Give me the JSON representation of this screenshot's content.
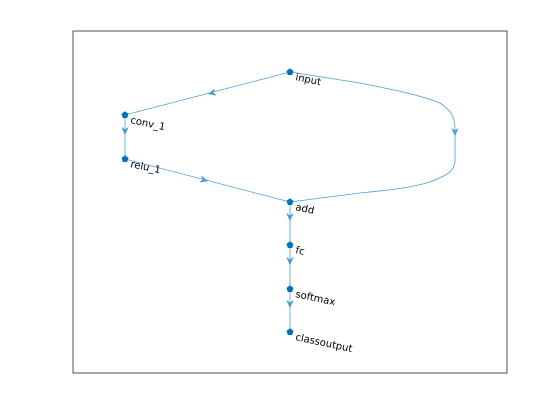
{
  "graph": {
    "colors": {
      "edge": "#4a9fd1",
      "node": "#0072bd",
      "axes_border": "#262626",
      "background": "#ffffff"
    },
    "nodes": [
      {
        "id": "input",
        "label": "input"
      },
      {
        "id": "conv_1",
        "label": "conv_1"
      },
      {
        "id": "relu_1",
        "label": "relu_1"
      },
      {
        "id": "add",
        "label": "add"
      },
      {
        "id": "fc",
        "label": "fc"
      },
      {
        "id": "softmax",
        "label": "softmax"
      },
      {
        "id": "classoutput",
        "label": "classoutput"
      }
    ],
    "edges": [
      {
        "from": "input",
        "to": "conv_1"
      },
      {
        "from": "conv_1",
        "to": "relu_1"
      },
      {
        "from": "relu_1",
        "to": "add"
      },
      {
        "from": "input",
        "to": "add"
      },
      {
        "from": "add",
        "to": "fc"
      },
      {
        "from": "fc",
        "to": "softmax"
      },
      {
        "from": "softmax",
        "to": "classoutput"
      }
    ]
  }
}
